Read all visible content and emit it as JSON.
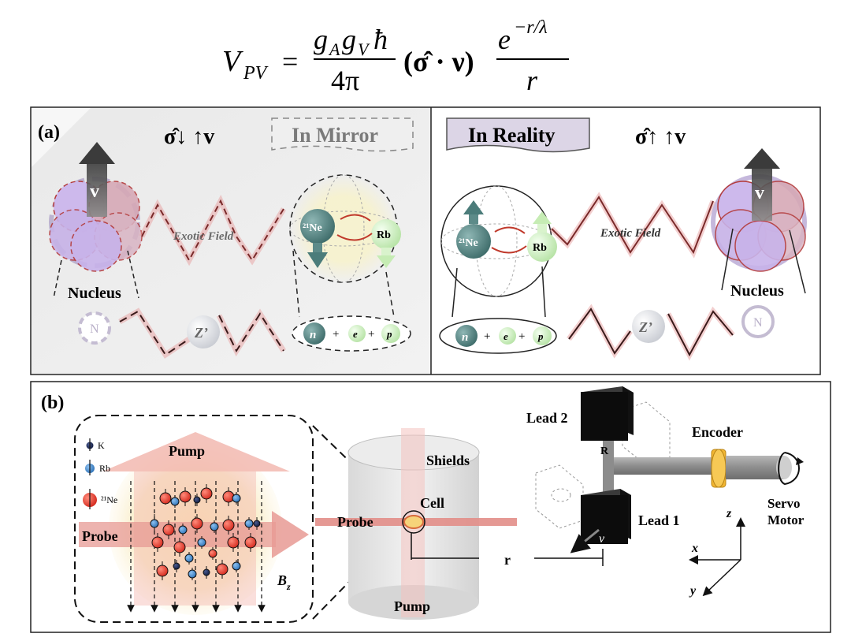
{
  "formula": {
    "lhs": "V",
    "lhs_sub": "PV",
    "eq": "=",
    "num_g1": "g",
    "num_g1_sub": "A",
    "num_g2": "g",
    "num_g2_sub": "V",
    "num_hbar": "ħ",
    "den": "4π",
    "dot": "(σ̂ · ν)",
    "exp_base": "e",
    "exp_power": "−r/λ",
    "exp_den": "r"
  },
  "panel_a": {
    "label": "(a)",
    "mirror_relation": "σ̂↓ ↑v⃗",
    "mirror_tag": "In Mirror",
    "reality_tag": "In Reality",
    "reality_relation": "σ̂↑ ↑v⃗",
    "v_label": "v⃗",
    "exotic_field_left": "Exotic Field",
    "exotic_field_right": "Exotic Field",
    "nucleus_left": "Nucleus",
    "nucleus_right": "Nucleus",
    "ne_label": "²¹Ne",
    "rb_label": "Rb",
    "n_small": "N",
    "z_boson": "Z’",
    "particle_n": "n",
    "particle_e": "e",
    "particle_p": "p",
    "plus": "+"
  },
  "panel_b": {
    "label": "(b)",
    "legend_k": "K",
    "legend_rb": "Rb",
    "legend_ne": "²¹Ne",
    "pump_top": "Pump",
    "probe_left": "Probe",
    "bz": "B",
    "bz_sub": "z",
    "shields": "Shields",
    "cell": "Cell",
    "probe_mid": "Probe",
    "pump_bottom": "Pump",
    "r_label": "r",
    "lead2": "Lead 2",
    "lead1": "Lead 1",
    "R_label": "R",
    "v_label": "v",
    "encoder": "Encoder",
    "servo_line1": "Servo",
    "servo_line2": "Motor",
    "axis_z": "z",
    "axis_x": "x",
    "axis_y": "y"
  },
  "colors": {
    "nucleus_purple": "#c9b3e6",
    "ne_teal": "#4b7c7a",
    "rb_green": "#cdeec0",
    "field_red": "#b33a3a",
    "tag_lilac": "#ddd6e8",
    "k_navy": "#1c2a5a",
    "rb_blue": "#3b82c9",
    "ne_red": "#e23b2f",
    "encoder_gold": "#f2b632"
  }
}
